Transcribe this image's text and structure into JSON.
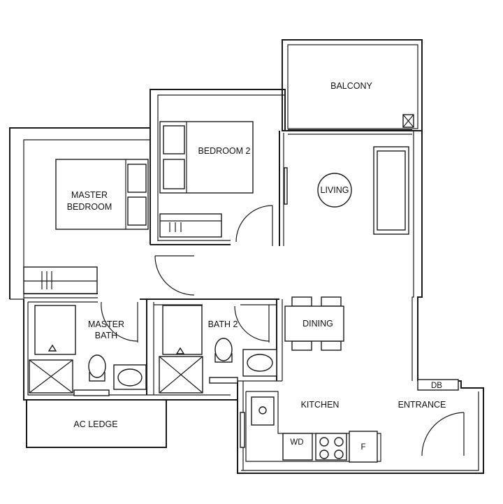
{
  "rooms": {
    "balcony": "BALCONY",
    "bedroom2": "BEDROOM 2",
    "living": "LIVING",
    "master_bedroom_line1": "MASTER",
    "master_bedroom_line2": "BEDROOM",
    "master_bath_line1": "MASTER",
    "master_bath_line2": "BATH",
    "bath2": "BATH 2",
    "dining": "DINING",
    "kitchen": "KITCHEN",
    "entrance": "ENTRANCE",
    "ac_ledge": "AC LEDGE"
  },
  "fixtures": {
    "db": "DB",
    "wd": "WD",
    "fridge": "F"
  }
}
